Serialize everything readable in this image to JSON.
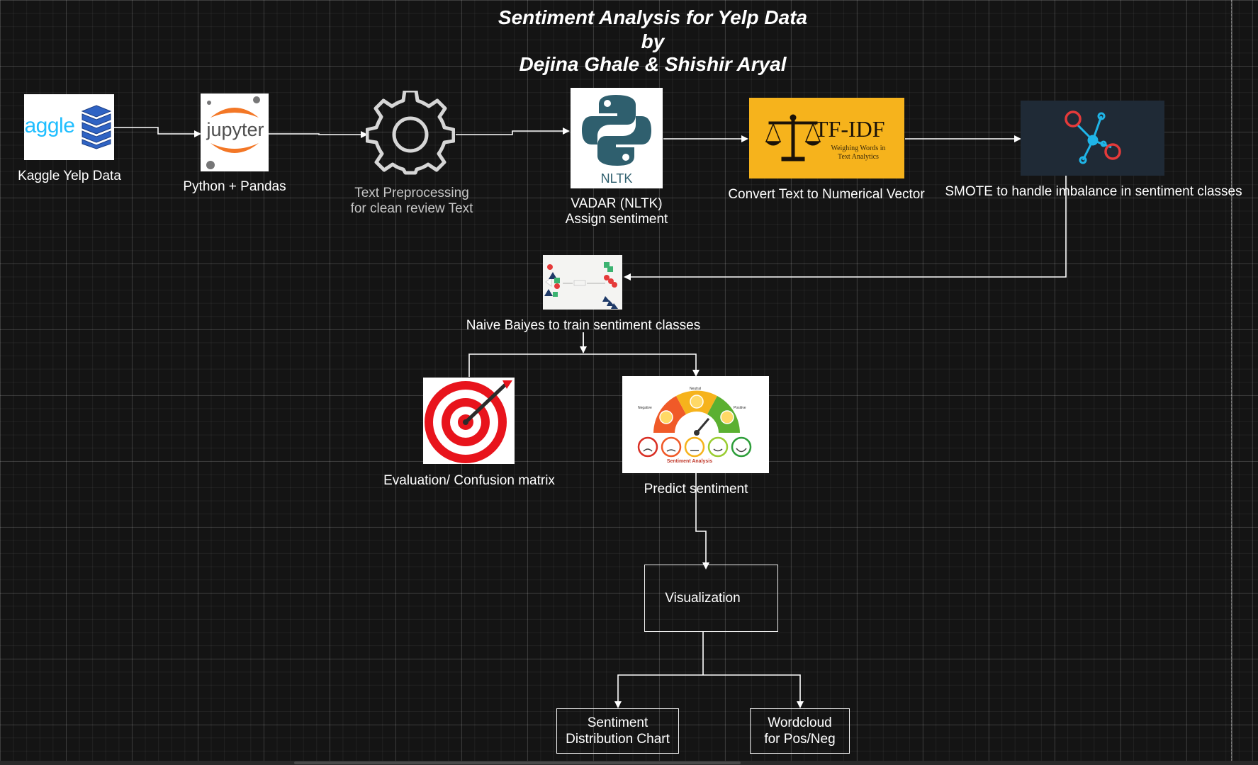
{
  "title": {
    "line1": "Sentiment Analysis for Yelp Data",
    "line2": "by",
    "line3": "Dejina Ghale & Shishir Aryal"
  },
  "nodes": {
    "kaggle": {
      "label": "Kaggle Yelp Data",
      "logo_text": "kaggle"
    },
    "jupyter": {
      "label": "Python + Pandas",
      "logo_text": "jupyter"
    },
    "preprocess": {
      "label_line1": "Text Preprocessing",
      "label_line2": "for clean review Text"
    },
    "vader": {
      "label_line1": "VADAR (NLTK)",
      "label_line2": "Assign sentiment",
      "logo_text": "NLTK"
    },
    "tfidf": {
      "label": "Convert Text to Numerical Vector",
      "logo_title": "TF-IDF",
      "logo_sub1": "Weighing Words in",
      "logo_sub2": "Text Analytics"
    },
    "smote": {
      "label": "SMOTE to handle imbalance in sentiment classes"
    },
    "naive_bayes": {
      "label": "Naive Baiyes to train sentiment classes"
    },
    "evaluation": {
      "label": "Evaluation/ Confusion matrix"
    },
    "predict": {
      "label": "Predict sentiment",
      "gauge_title": "Sentiment Analysis",
      "gauge_neg": "Negative",
      "gauge_neu": "Neutral",
      "gauge_pos": "Positive"
    },
    "visualization": {
      "label": "Visualization"
    },
    "distribution": {
      "label_line1": "Sentiment",
      "label_line2": "Distribution Chart"
    },
    "wordcloud": {
      "label_line1": "Wordcloud",
      "label_line2": "for Pos/Neg"
    }
  },
  "colors": {
    "background": "#141414",
    "kaggle_blue": "#20beff",
    "jupyter_orange": "#f37726",
    "python_teal": "#2f5f6e",
    "tfidf_gold": "#f6b31c",
    "smote_bg": "#1f2a36",
    "target_red": "#e8141c"
  }
}
